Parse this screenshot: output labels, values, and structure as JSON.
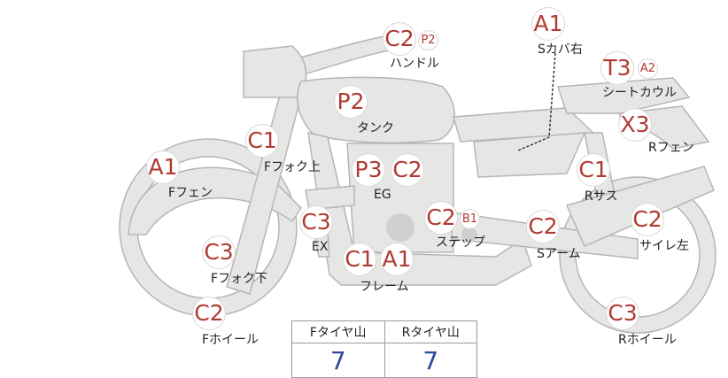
{
  "parts": [
    {
      "id": "handle",
      "label": "ハンドル",
      "badges": [
        {
          "text": "C2",
          "size": "big"
        },
        {
          "text": "P2",
          "size": "small"
        }
      ]
    },
    {
      "id": "s-cover",
      "label": "Sカバ右",
      "badges": [
        {
          "text": "A1",
          "size": "big"
        }
      ]
    },
    {
      "id": "seat-cowl",
      "label": "シートカウル",
      "badges": [
        {
          "text": "T3",
          "size": "big"
        },
        {
          "text": "A2",
          "size": "small"
        }
      ]
    },
    {
      "id": "tank",
      "label": "タンク",
      "badges": [
        {
          "text": "P2",
          "size": "big"
        }
      ]
    },
    {
      "id": "r-fender",
      "label": "Rフェン",
      "badges": [
        {
          "text": "X3",
          "size": "big"
        }
      ]
    },
    {
      "id": "f-fork-upper",
      "label": "Fフォク上",
      "badges": [
        {
          "text": "C1",
          "size": "big"
        }
      ]
    },
    {
      "id": "f-fender",
      "label": "Fフェン",
      "badges": [
        {
          "text": "A1",
          "size": "big"
        }
      ]
    },
    {
      "id": "engine",
      "label": "EG",
      "badges": [
        {
          "text": "P3",
          "size": "big"
        },
        {
          "text": "C2",
          "size": "big"
        }
      ]
    },
    {
      "id": "r-sus",
      "label": "Rサス",
      "badges": [
        {
          "text": "C1",
          "size": "big"
        }
      ]
    },
    {
      "id": "step",
      "label": "ステップ",
      "badges": [
        {
          "text": "C2",
          "size": "big"
        },
        {
          "text": "B1",
          "size": "small"
        }
      ]
    },
    {
      "id": "exhaust",
      "label": "EX",
      "badges": [
        {
          "text": "C3",
          "size": "big"
        }
      ]
    },
    {
      "id": "s-arm",
      "label": "Sアーム",
      "badges": [
        {
          "text": "C2",
          "size": "big"
        }
      ]
    },
    {
      "id": "silencer-left",
      "label": "サイレ左",
      "badges": [
        {
          "text": "C2",
          "size": "big"
        }
      ]
    },
    {
      "id": "f-fork-lower",
      "label": "Fフォク下",
      "badges": [
        {
          "text": "C3",
          "size": "big"
        }
      ]
    },
    {
      "id": "frame",
      "label": "フレーム",
      "badges": [
        {
          "text": "C1",
          "size": "big"
        },
        {
          "text": "A1",
          "size": "big"
        }
      ]
    },
    {
      "id": "f-wheel",
      "label": "Fホイール",
      "badges": [
        {
          "text": "C2",
          "size": "big"
        }
      ]
    },
    {
      "id": "r-wheel",
      "label": "Rホイール",
      "badges": [
        {
          "text": "C3",
          "size": "big"
        }
      ]
    }
  ],
  "tread_table": {
    "front_header": "Fタイヤ山",
    "rear_header": "Rタイヤ山",
    "front_value": "7",
    "rear_value": "7"
  },
  "colors": {
    "badge_text": "#b03a32",
    "body_fill": "#e6e7e5",
    "body_stroke": "#b5b5b5",
    "value_text": "#2b4a9a"
  }
}
